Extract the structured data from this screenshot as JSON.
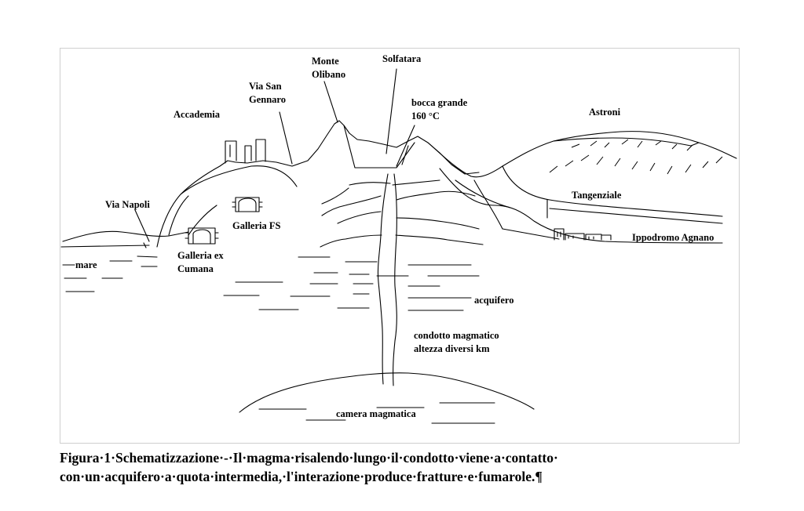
{
  "labels": {
    "monte": [
      "Monte",
      "Olibano"
    ],
    "solfatara": "Solfatara",
    "via_san_gennaro": [
      "Via San",
      "Gennaro"
    ],
    "accademia": "Accademia",
    "bocca_grande": [
      "bocca grande",
      "160 °C"
    ],
    "astroni": "Astroni",
    "via_napoli": "Via Napoli",
    "tangenziale": "Tangenziale",
    "galleria_fs": "Galleria FS",
    "galleria_cumana": [
      "Galleria ex",
      "Cumana"
    ],
    "ippodromo": "Ippodromo Agnano",
    "mare": "mare",
    "acquifero": "acquifero",
    "condotto": [
      "condotto magmatico",
      "altezza diversi km"
    ],
    "camera": "camera magmatica"
  },
  "caption": {
    "line1": "Figura·1·Schematizzazione·-·Il·magma·risalendo·lungo·il·condotto·viene·a·contatto·",
    "line2": "con·un·acquifero·a·quota·intermedia,·l'interazione·produce·fratture·e·fumarole.¶"
  }
}
